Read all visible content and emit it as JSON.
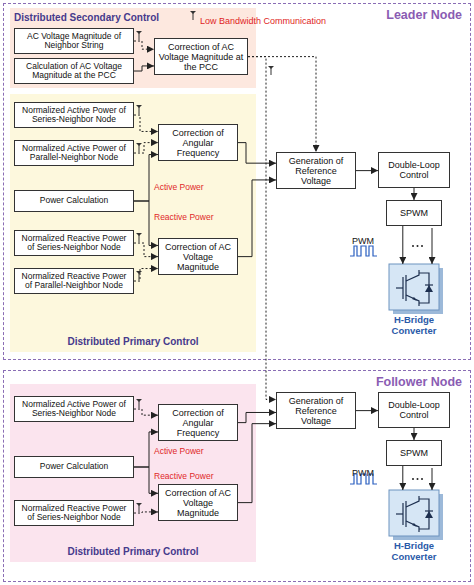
{
  "diagram": {
    "nodes": [
      {
        "text": [
          "Leader Node"
        ]
      },
      {
        "text": [
          "Distributed Secondary Control"
        ],
        "in": 0
      },
      {
        "text": [
          "AC Voltage Magnitude of Neighbor String"
        ],
        "in": 1
      },
      {
        "text": [
          "Calculation of AC Voltage Magnitude at the PCC"
        ],
        "in": 1
      },
      {
        "text": [
          "Correction of AC Voltage Magnitude at the PCC"
        ],
        "in": 1
      },
      {
        "text": [
          "Distributed Primary Control"
        ],
        "in": 0
      },
      {
        "text": [
          "Normalized Active Power of Series-Neighbor Node"
        ],
        "in": 5
      },
      {
        "text": [
          "Normalized Active Power of Parallel-Neighbor Node"
        ],
        "in": 5
      },
      {
        "text": [
          "Power Calculation"
        ],
        "in": 5
      },
      {
        "text": [
          "Normalized Reactive Power of Series-Neighbor Node"
        ],
        "in": 5
      },
      {
        "text": [
          "Normalized Reactive Power of Parallel-Neighbor Node"
        ],
        "in": 5
      },
      {
        "text": [
          "Correction of Angular Frequency"
        ],
        "in": 5
      },
      {
        "text": [
          "Correction of AC Voltage Magnitude"
        ],
        "in": 5
      },
      {
        "text": [
          "Generation of Reference Voltage"
        ],
        "in": 0
      },
      {
        "text": [
          "Double-Loop Control"
        ],
        "in": 0
      },
      {
        "text": [
          "SPWM"
        ],
        "in": 0
      },
      {
        "text": [
          "H-Bridge Converter"
        ],
        "in": 0
      },
      {
        "text": [
          "Follower Node"
        ]
      },
      {
        "text": [
          "Distributed Primary Control"
        ],
        "in": 17
      },
      {
        "text": [
          "Normalized Active Power of Series-Neighbor Node"
        ],
        "in": 18
      },
      {
        "text": [
          "Power Calculation"
        ],
        "in": 18
      },
      {
        "text": [
          "Normalized Reactive Power of Series-Neighbor Node"
        ],
        "in": 18
      },
      {
        "text": [
          "Correction of Angular Frequency"
        ],
        "in": 18
      },
      {
        "text": [
          "Correction of AC Voltage Magnitude"
        ],
        "in": 18
      },
      {
        "text": [
          "Generation of Reference Voltage"
        ],
        "in": 17
      },
      {
        "text": [
          "Double-Loop Control"
        ],
        "in": 17
      },
      {
        "text": [
          "SPWM"
        ],
        "in": 17
      },
      {
        "text": [
          "H-Bridge Converter"
        ],
        "in": 17
      }
    ],
    "edges": [
      {
        "from": 2,
        "to": 4,
        "arrow": "to"
      },
      {
        "from": 3,
        "to": 4,
        "arrow": "to"
      },
      {
        "from": 6,
        "to": 11,
        "arrow": "to"
      },
      {
        "from": 7,
        "to": 11,
        "arrow": "to"
      },
      {
        "from": 8,
        "to": 11,
        "label": "Active Power",
        "arrow": "to"
      },
      {
        "from": 8,
        "to": 12,
        "label": "Reactive Power",
        "arrow": "to"
      },
      {
        "from": 9,
        "to": 12,
        "arrow": "to"
      },
      {
        "from": 10,
        "to": 12,
        "arrow": "to"
      },
      {
        "from": 11,
        "to": 13,
        "arrow": "to"
      },
      {
        "from": 12,
        "to": 13,
        "arrow": "to"
      },
      {
        "from": 4,
        "to": 13,
        "arrow": "to"
      },
      {
        "from": 4,
        "to": 24,
        "arrow": "to"
      },
      {
        "from": 13,
        "to": 14,
        "arrow": "to"
      },
      {
        "from": 14,
        "to": 15,
        "arrow": "to"
      },
      {
        "from": 15,
        "to": 16,
        "arrow": "to"
      },
      {
        "from": 19,
        "to": 22,
        "arrow": "to"
      },
      {
        "from": 20,
        "to": 22,
        "label": "Active Power",
        "arrow": "to"
      },
      {
        "from": 20,
        "to": 23,
        "label": "Reactive Power",
        "arrow": "to"
      },
      {
        "from": 21,
        "to": 23,
        "arrow": "to"
      },
      {
        "from": 22,
        "to": 24,
        "arrow": "to"
      },
      {
        "from": 23,
        "to": 24,
        "arrow": "to"
      },
      {
        "from": 24,
        "to": 25,
        "arrow": "to"
      },
      {
        "from": 25,
        "to": 26,
        "arrow": "to"
      },
      {
        "from": 26,
        "to": 27,
        "arrow": "to"
      }
    ],
    "labels": [
      "Low Bandwidth Communication",
      "PWM",
      "PWM"
    ]
  }
}
